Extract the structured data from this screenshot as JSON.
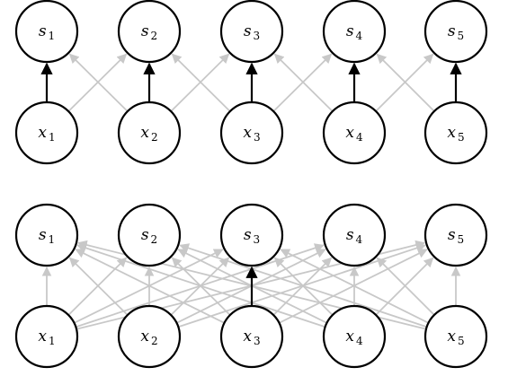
{
  "colors": {
    "highlight_edge": "#000000",
    "other_edge": "#c8c8c8",
    "node_stroke": "#000000",
    "node_fill": "#ffffff"
  },
  "panels": [
    {
      "outputs": [
        {
          "base": "s",
          "sub": "1"
        },
        {
          "base": "s",
          "sub": "2"
        },
        {
          "base": "s",
          "sub": "3"
        },
        {
          "base": "s",
          "sub": "4"
        },
        {
          "base": "s",
          "sub": "5"
        }
      ],
      "inputs": [
        {
          "base": "x",
          "sub": "1"
        },
        {
          "base": "x",
          "sub": "2"
        },
        {
          "base": "x",
          "sub": "3"
        },
        {
          "base": "x",
          "sub": "4"
        },
        {
          "base": "x",
          "sub": "5"
        }
      ],
      "edges": [
        {
          "from": 0,
          "to": 0,
          "highlight": true
        },
        {
          "from": 0,
          "to": 1,
          "highlight": false
        },
        {
          "from": 1,
          "to": 0,
          "highlight": false
        },
        {
          "from": 1,
          "to": 1,
          "highlight": true
        },
        {
          "from": 1,
          "to": 2,
          "highlight": false
        },
        {
          "from": 2,
          "to": 1,
          "highlight": false
        },
        {
          "from": 2,
          "to": 2,
          "highlight": true
        },
        {
          "from": 2,
          "to": 3,
          "highlight": false
        },
        {
          "from": 3,
          "to": 2,
          "highlight": false
        },
        {
          "from": 3,
          "to": 3,
          "highlight": true
        },
        {
          "from": 3,
          "to": 4,
          "highlight": false
        },
        {
          "from": 4,
          "to": 3,
          "highlight": false
        },
        {
          "from": 4,
          "to": 4,
          "highlight": true
        }
      ]
    },
    {
      "outputs": [
        {
          "base": "s",
          "sub": "1"
        },
        {
          "base": "s",
          "sub": "2"
        },
        {
          "base": "s",
          "sub": "3"
        },
        {
          "base": "s",
          "sub": "4"
        },
        {
          "base": "s",
          "sub": "5"
        }
      ],
      "inputs": [
        {
          "base": "x",
          "sub": "1"
        },
        {
          "base": "x",
          "sub": "2"
        },
        {
          "base": "x",
          "sub": "3"
        },
        {
          "base": "x",
          "sub": "4"
        },
        {
          "base": "x",
          "sub": "5"
        }
      ],
      "edges": "fully-connected",
      "highlight_edge": {
        "from": 2,
        "to": 2
      }
    }
  ]
}
